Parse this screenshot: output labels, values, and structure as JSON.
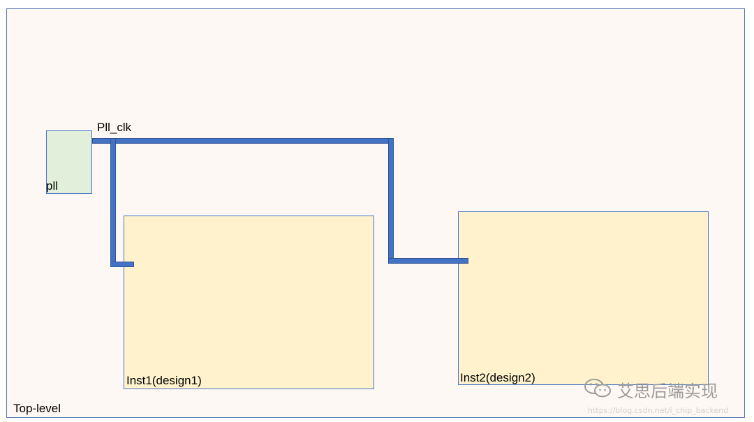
{
  "diagram": {
    "top_level_label": "Top-level",
    "pll_label": "pll",
    "clock_net_label": "Pll_clk",
    "inst1_label": "Inst1(design1)",
    "inst2_label": "Inst2(design2)"
  },
  "watermark": {
    "title": "艾思后端实现",
    "url": "https://blog.csdn.net/i_chip_backend",
    "icon": "wechat-icon"
  },
  "colors": {
    "wire": "#4472c4",
    "pll_fill": "#e2efda",
    "inst_fill": "#fff2cc",
    "top_fill": "#fdf8f4"
  }
}
